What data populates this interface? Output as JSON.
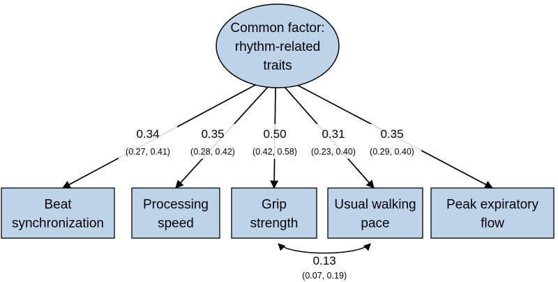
{
  "factor": {
    "lines": [
      "Common factor:",
      "rhythm-related",
      "traits"
    ],
    "fill": "#bcd3ea",
    "stroke": "#000000"
  },
  "traits": [
    {
      "lines": [
        "Beat",
        "synchronization"
      ],
      "loading": "0.34",
      "ci": "(0.27, 0.41)"
    },
    {
      "lines": [
        "Processing",
        "speed"
      ],
      "loading": "0.35",
      "ci": "(0.28, 0.42)"
    },
    {
      "lines": [
        "Grip",
        "strength"
      ],
      "loading": "0.50",
      "ci": "(0.42, 0.58)"
    },
    {
      "lines": [
        "Usual walking",
        "pace"
      ],
      "loading": "0.31",
      "ci": "(0.23, 0.40)"
    },
    {
      "lines": [
        "Peak expiratory",
        "flow"
      ],
      "loading": "0.35",
      "ci": "(0.29, 0.40)"
    }
  ],
  "residual_covariance": {
    "value": "0.13",
    "ci": "(0.07, 0.19)",
    "between": [
      2,
      3
    ]
  },
  "box_fill": "#bcd3ea",
  "box_stroke": "#000000"
}
